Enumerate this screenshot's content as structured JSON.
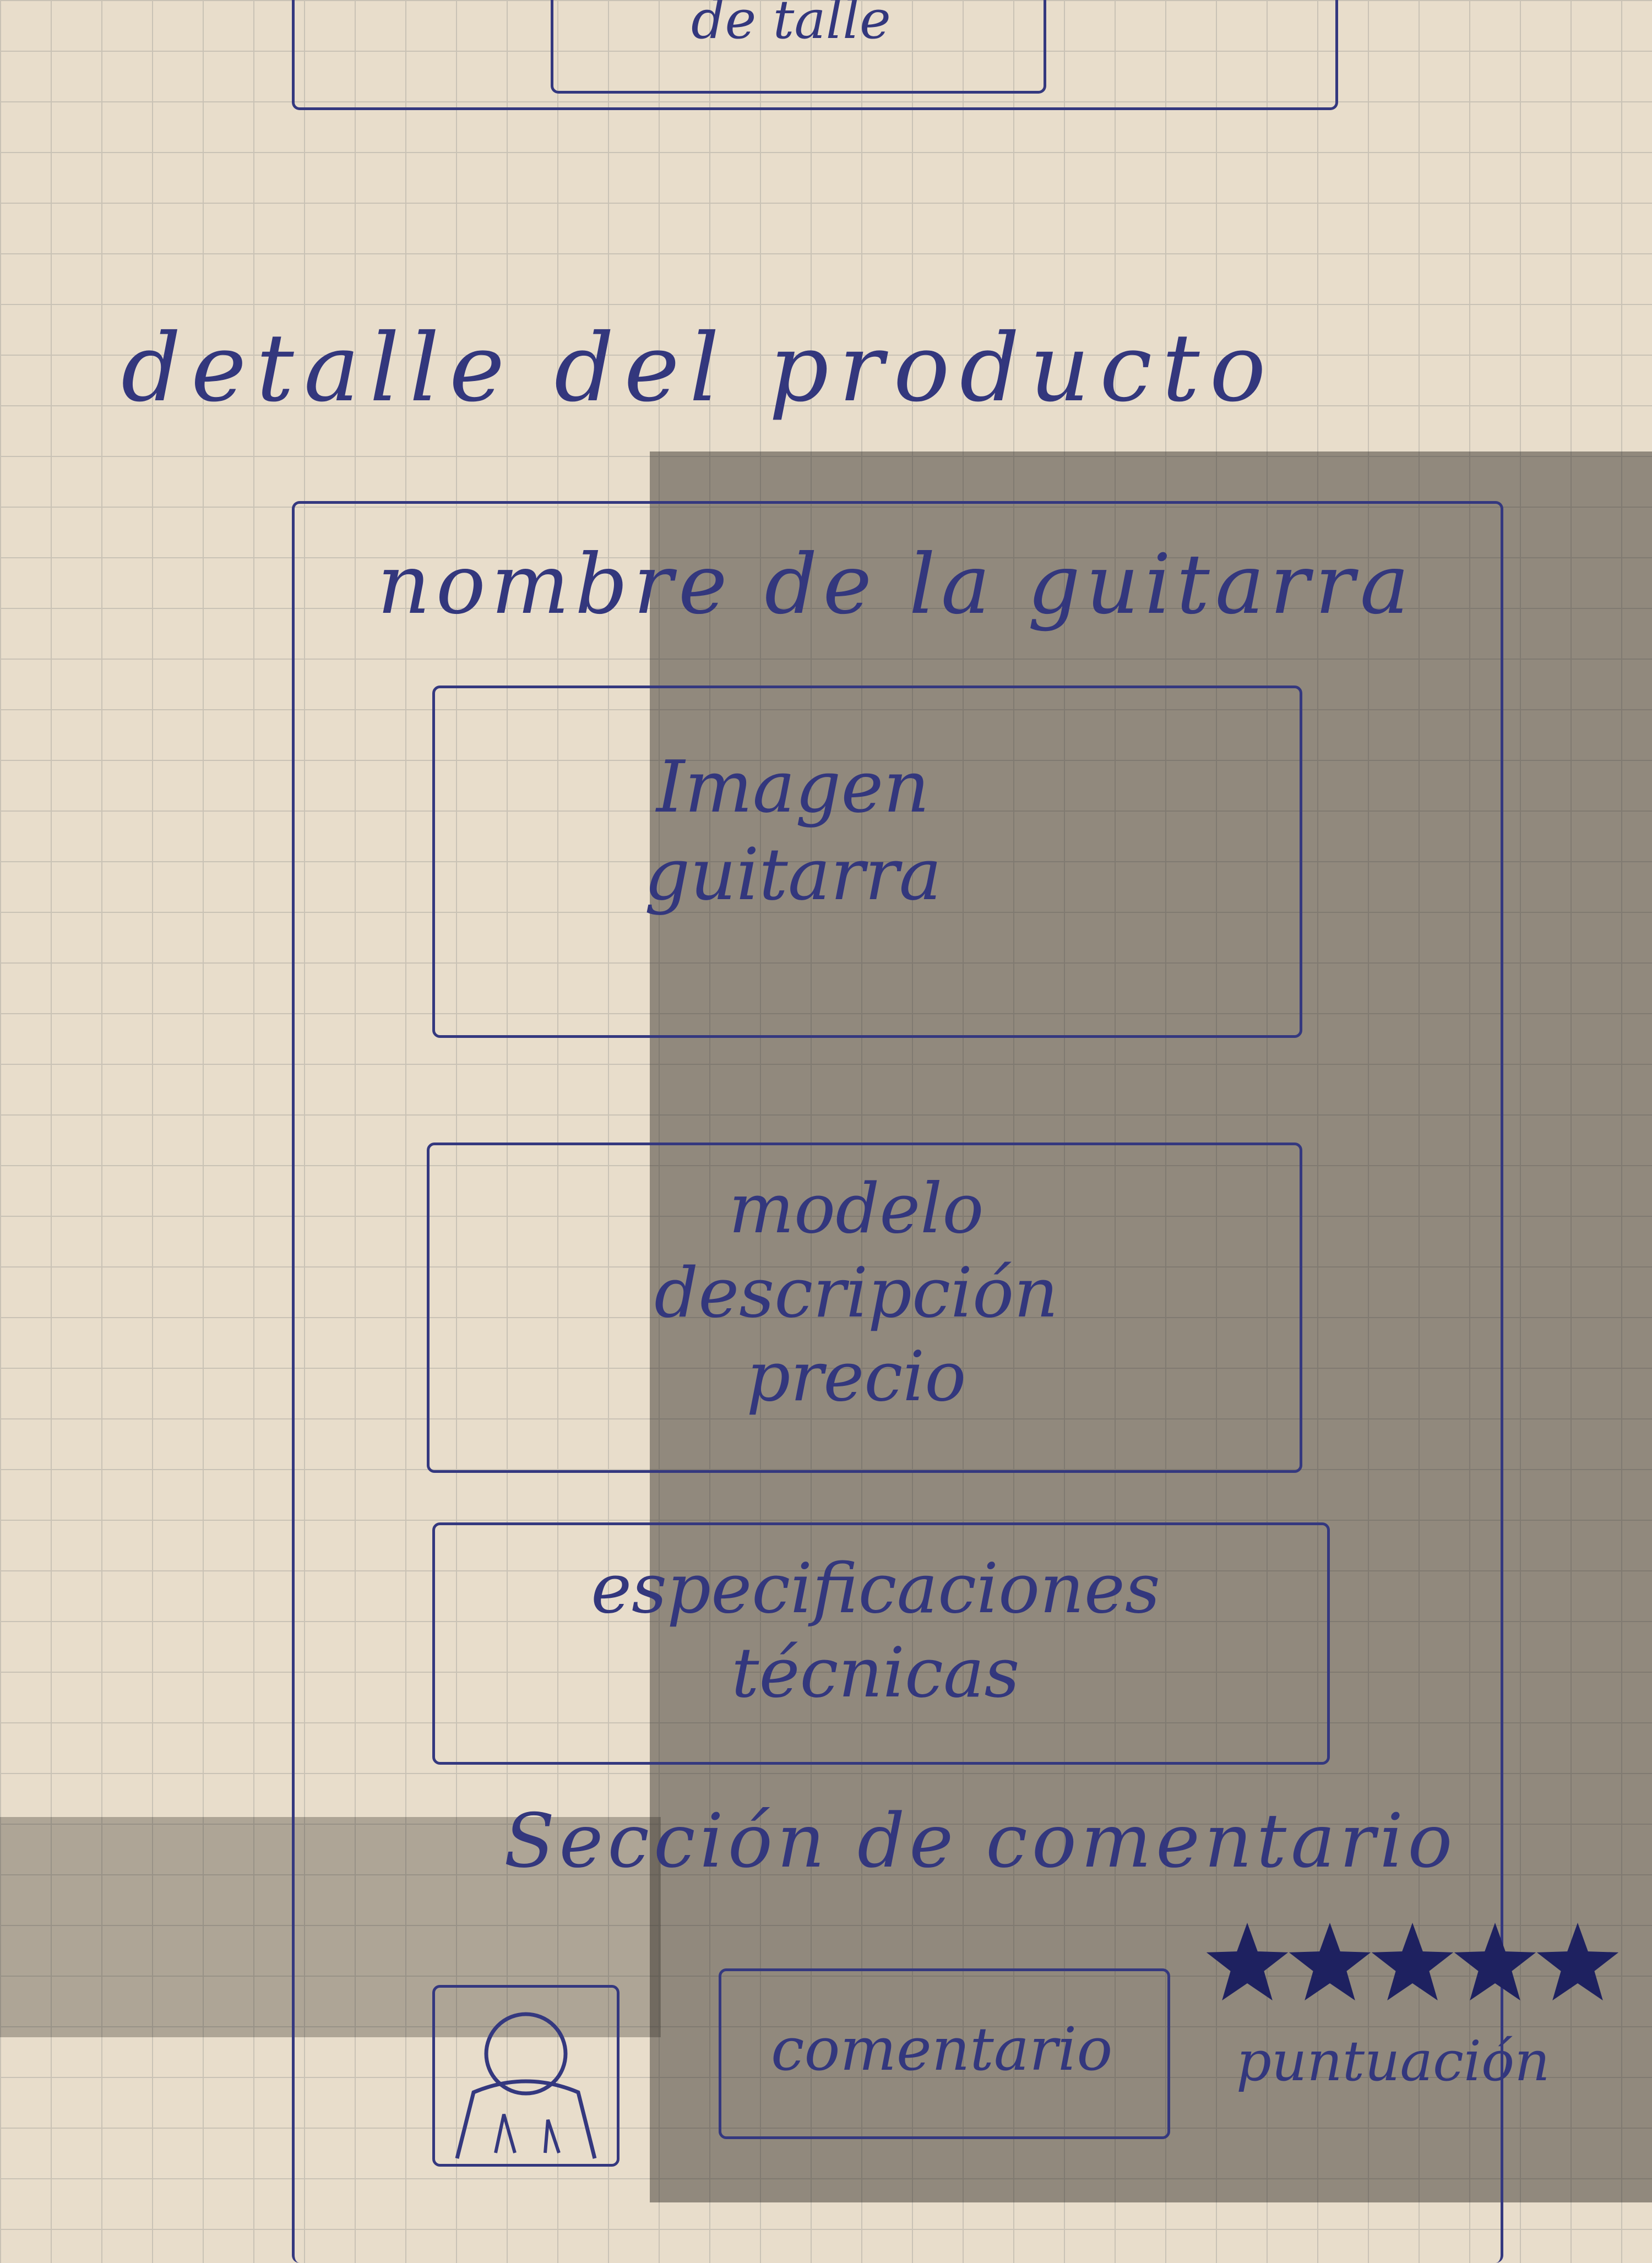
{
  "top_fragment": {
    "label": "de talle"
  },
  "page": {
    "title": "detalle del producto"
  },
  "product_card": {
    "guitar_name": "nombre de la guitarra",
    "image_placeholder": "Imagen\nguitarra",
    "info_block": "modelo\ndescripción\nprecio",
    "specs_block": "especificaciones\ntécnicas"
  },
  "comments": {
    "section_title": "Sección de comentario",
    "comment_box_label": "comentario",
    "rating_label": "puntuación",
    "rating": 5
  },
  "colors": {
    "ink": "#33377d",
    "paper": "#e8ddcb",
    "grid": "#c9c2b5"
  },
  "icons": [
    "user-avatar-icon",
    "star-icon"
  ]
}
